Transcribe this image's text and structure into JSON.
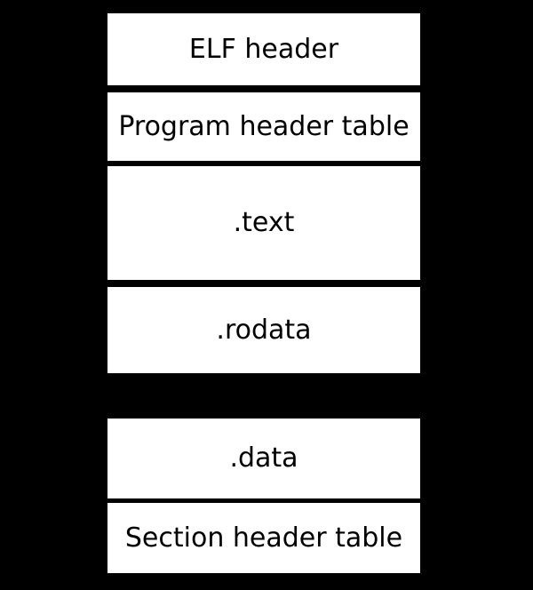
{
  "diagram": {
    "boxes": [
      {
        "label": "ELF header"
      },
      {
        "label": "Program header table"
      },
      {
        "label": ".text"
      },
      {
        "label": ".rodata"
      },
      {
        "label": ".data"
      },
      {
        "label": "Section header table"
      }
    ],
    "colors": {
      "background": "#000000",
      "box_fill": "#ffffff",
      "box_text": "#000000"
    }
  }
}
